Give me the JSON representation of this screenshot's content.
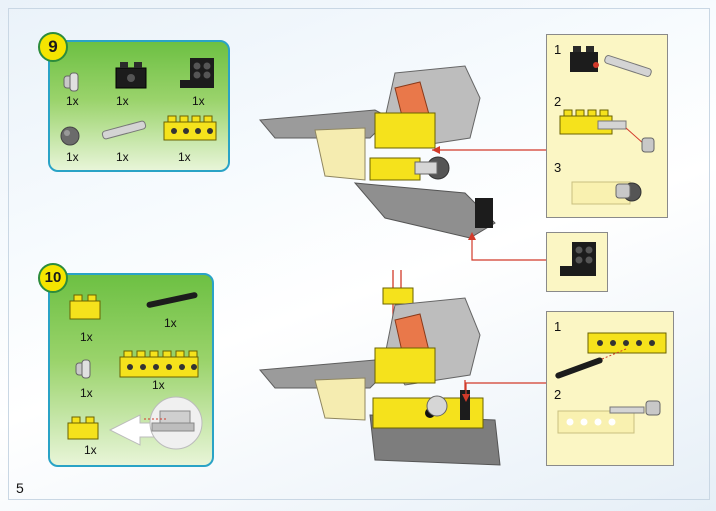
{
  "page_number": "5",
  "step9": {
    "number": "9",
    "parts": [
      {
        "icon": "axle-pin-icon",
        "qty": "1x"
      },
      {
        "icon": "black-brick-1x2-technic-icon",
        "qty": "1x"
      },
      {
        "icon": "black-angle-plate-icon",
        "qty": "1x"
      },
      {
        "icon": "grey-ball-icon",
        "qty": "1x"
      },
      {
        "icon": "grey-axle-icon",
        "qty": "1x"
      },
      {
        "icon": "yellow-technic-brick-1x4-icon",
        "qty": "1x"
      }
    ],
    "callout_steps": [
      "1",
      "2",
      "3"
    ]
  },
  "step10": {
    "number": "10",
    "parts": [
      {
        "icon": "yellow-brick-1x2-icon",
        "qty": "1x"
      },
      {
        "icon": "black-axle-pin-icon",
        "qty": "1x"
      },
      {
        "icon": "grey-pin-icon",
        "qty": "1x"
      },
      {
        "icon": "yellow-technic-brick-1x6-icon",
        "qty": "1x"
      },
      {
        "icon": "yellow-brick-1x2-placement-icon",
        "qty": "1x"
      }
    ],
    "callout_steps": [
      "1",
      "2"
    ]
  },
  "colors": {
    "panel_border": "#2aa3c6",
    "panel_green": "#6dc043",
    "step_badge": "#f5e500",
    "callout_bg": "#fbf6c4",
    "arrow_red": "#d23a2a"
  }
}
